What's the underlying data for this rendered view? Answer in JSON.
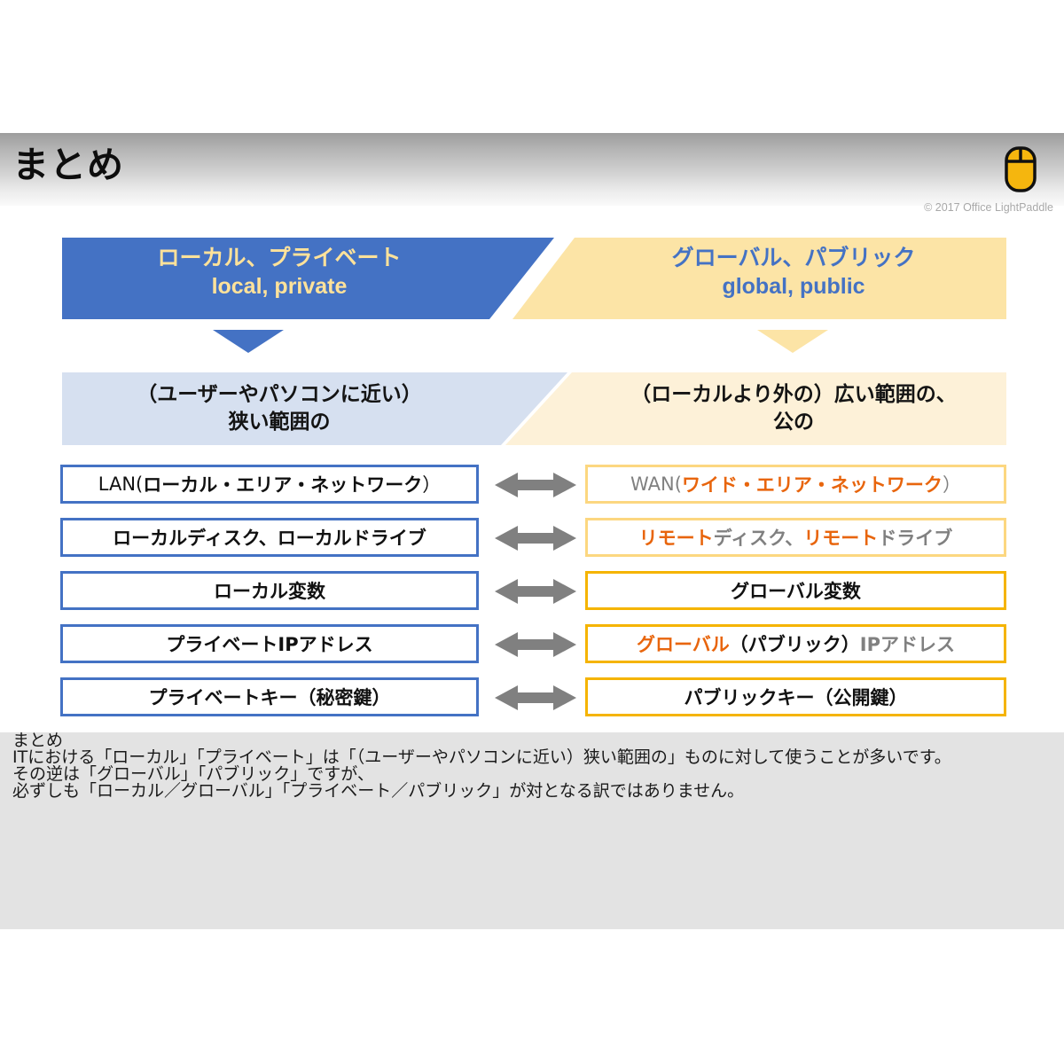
{
  "header": {
    "title": "まとめ",
    "copyright": "© 2017 Office LightPaddle",
    "logo_icon": "mouse-icon"
  },
  "colors": {
    "blue": "#4472c4",
    "light_blue": "#d6e0f0",
    "yellow": "#fce4a6",
    "light_yellow": "#fdf1d8",
    "orange_text": "#e8650d",
    "border_blue": "#4472c4",
    "border_light_yellow": "#fcd780",
    "border_strong_yellow": "#f5b400",
    "arrow_gray": "#808080",
    "notes_bg": "#e3e3e3",
    "banner_text_yellow": "#ffe29a"
  },
  "banner_top": {
    "left": {
      "jp": "ローカル、プライベート",
      "en": "local,  private"
    },
    "right": {
      "jp": "グローバル、パブリック",
      "en": "global,  public"
    }
  },
  "banner_second": {
    "left": "（ユーザーやパソコンに近い）\n狭い範囲の",
    "left_line1": "（ユーザーやパソコンに近い）",
    "left_line2": "狭い範囲の",
    "right_line1": "（ローカルより外の）広い範囲の、",
    "right_line2": "公の"
  },
  "rows": [
    {
      "left": [
        {
          "text": "LAN(",
          "style": "black-regular"
        },
        {
          "text": "ローカル・エリア・ネットワーク",
          "style": "black-bold"
        },
        {
          "text": "）",
          "style": "black-regular"
        }
      ],
      "left_border": "blue",
      "arrow": "double-arrow-icon",
      "right": [
        {
          "text": "WAN(",
          "style": "gray-regular"
        },
        {
          "text": "ワイド・エリア・ネットワーク",
          "style": "orange-bold"
        },
        {
          "text": "）",
          "style": "gray-regular"
        }
      ],
      "right_border": "light-yellow"
    },
    {
      "left": [
        {
          "text": "ローカルディスク、ローカルドライブ",
          "style": "black-bold"
        }
      ],
      "left_border": "blue",
      "arrow": "double-arrow-icon",
      "right": [
        {
          "text": "リモート",
          "style": "orange-bold"
        },
        {
          "text": "ディスク、",
          "style": "gray-bold"
        },
        {
          "text": "リモート",
          "style": "orange-bold"
        },
        {
          "text": "ドライブ",
          "style": "gray-bold"
        }
      ],
      "right_border": "light-yellow"
    },
    {
      "left": [
        {
          "text": "ローカル変数",
          "style": "black-bold"
        }
      ],
      "left_border": "blue",
      "arrow": "double-arrow-icon",
      "right": [
        {
          "text": "グローバル変数",
          "style": "black-bold"
        }
      ],
      "right_border": "strong-yellow"
    },
    {
      "left": [
        {
          "text": "プライベートIPアドレス",
          "style": "black-bold"
        }
      ],
      "left_border": "blue",
      "arrow": "double-arrow-icon",
      "right": [
        {
          "text": "グローバル",
          "style": "orange-bold"
        },
        {
          "text": "（パブリック）",
          "style": "black-bold"
        },
        {
          "text": "IPアドレス",
          "style": "gray-bold"
        }
      ],
      "right_border": "strong-yellow"
    },
    {
      "left": [
        {
          "text": "プライベートキー（秘密鍵）",
          "style": "black-bold"
        }
      ],
      "left_border": "blue",
      "arrow": "double-arrow-icon",
      "right": [
        {
          "text": "パブリックキー（公開鍵）",
          "style": "black-bold"
        }
      ],
      "right_border": "strong-yellow"
    }
  ],
  "notes": {
    "heading": "まとめ",
    "line1": "ITにおける「ローカル」「プライベート」は「（ユーザーやパソコンに近い）狭い範囲の」ものに対して使うことが多いです。",
    "line2": "その逆は「グローバル」「パブリック」ですが、",
    "line3": "必ずしも「ローカル／グローバル」「プライベート／パブリック」が対となる訳ではありません。"
  }
}
